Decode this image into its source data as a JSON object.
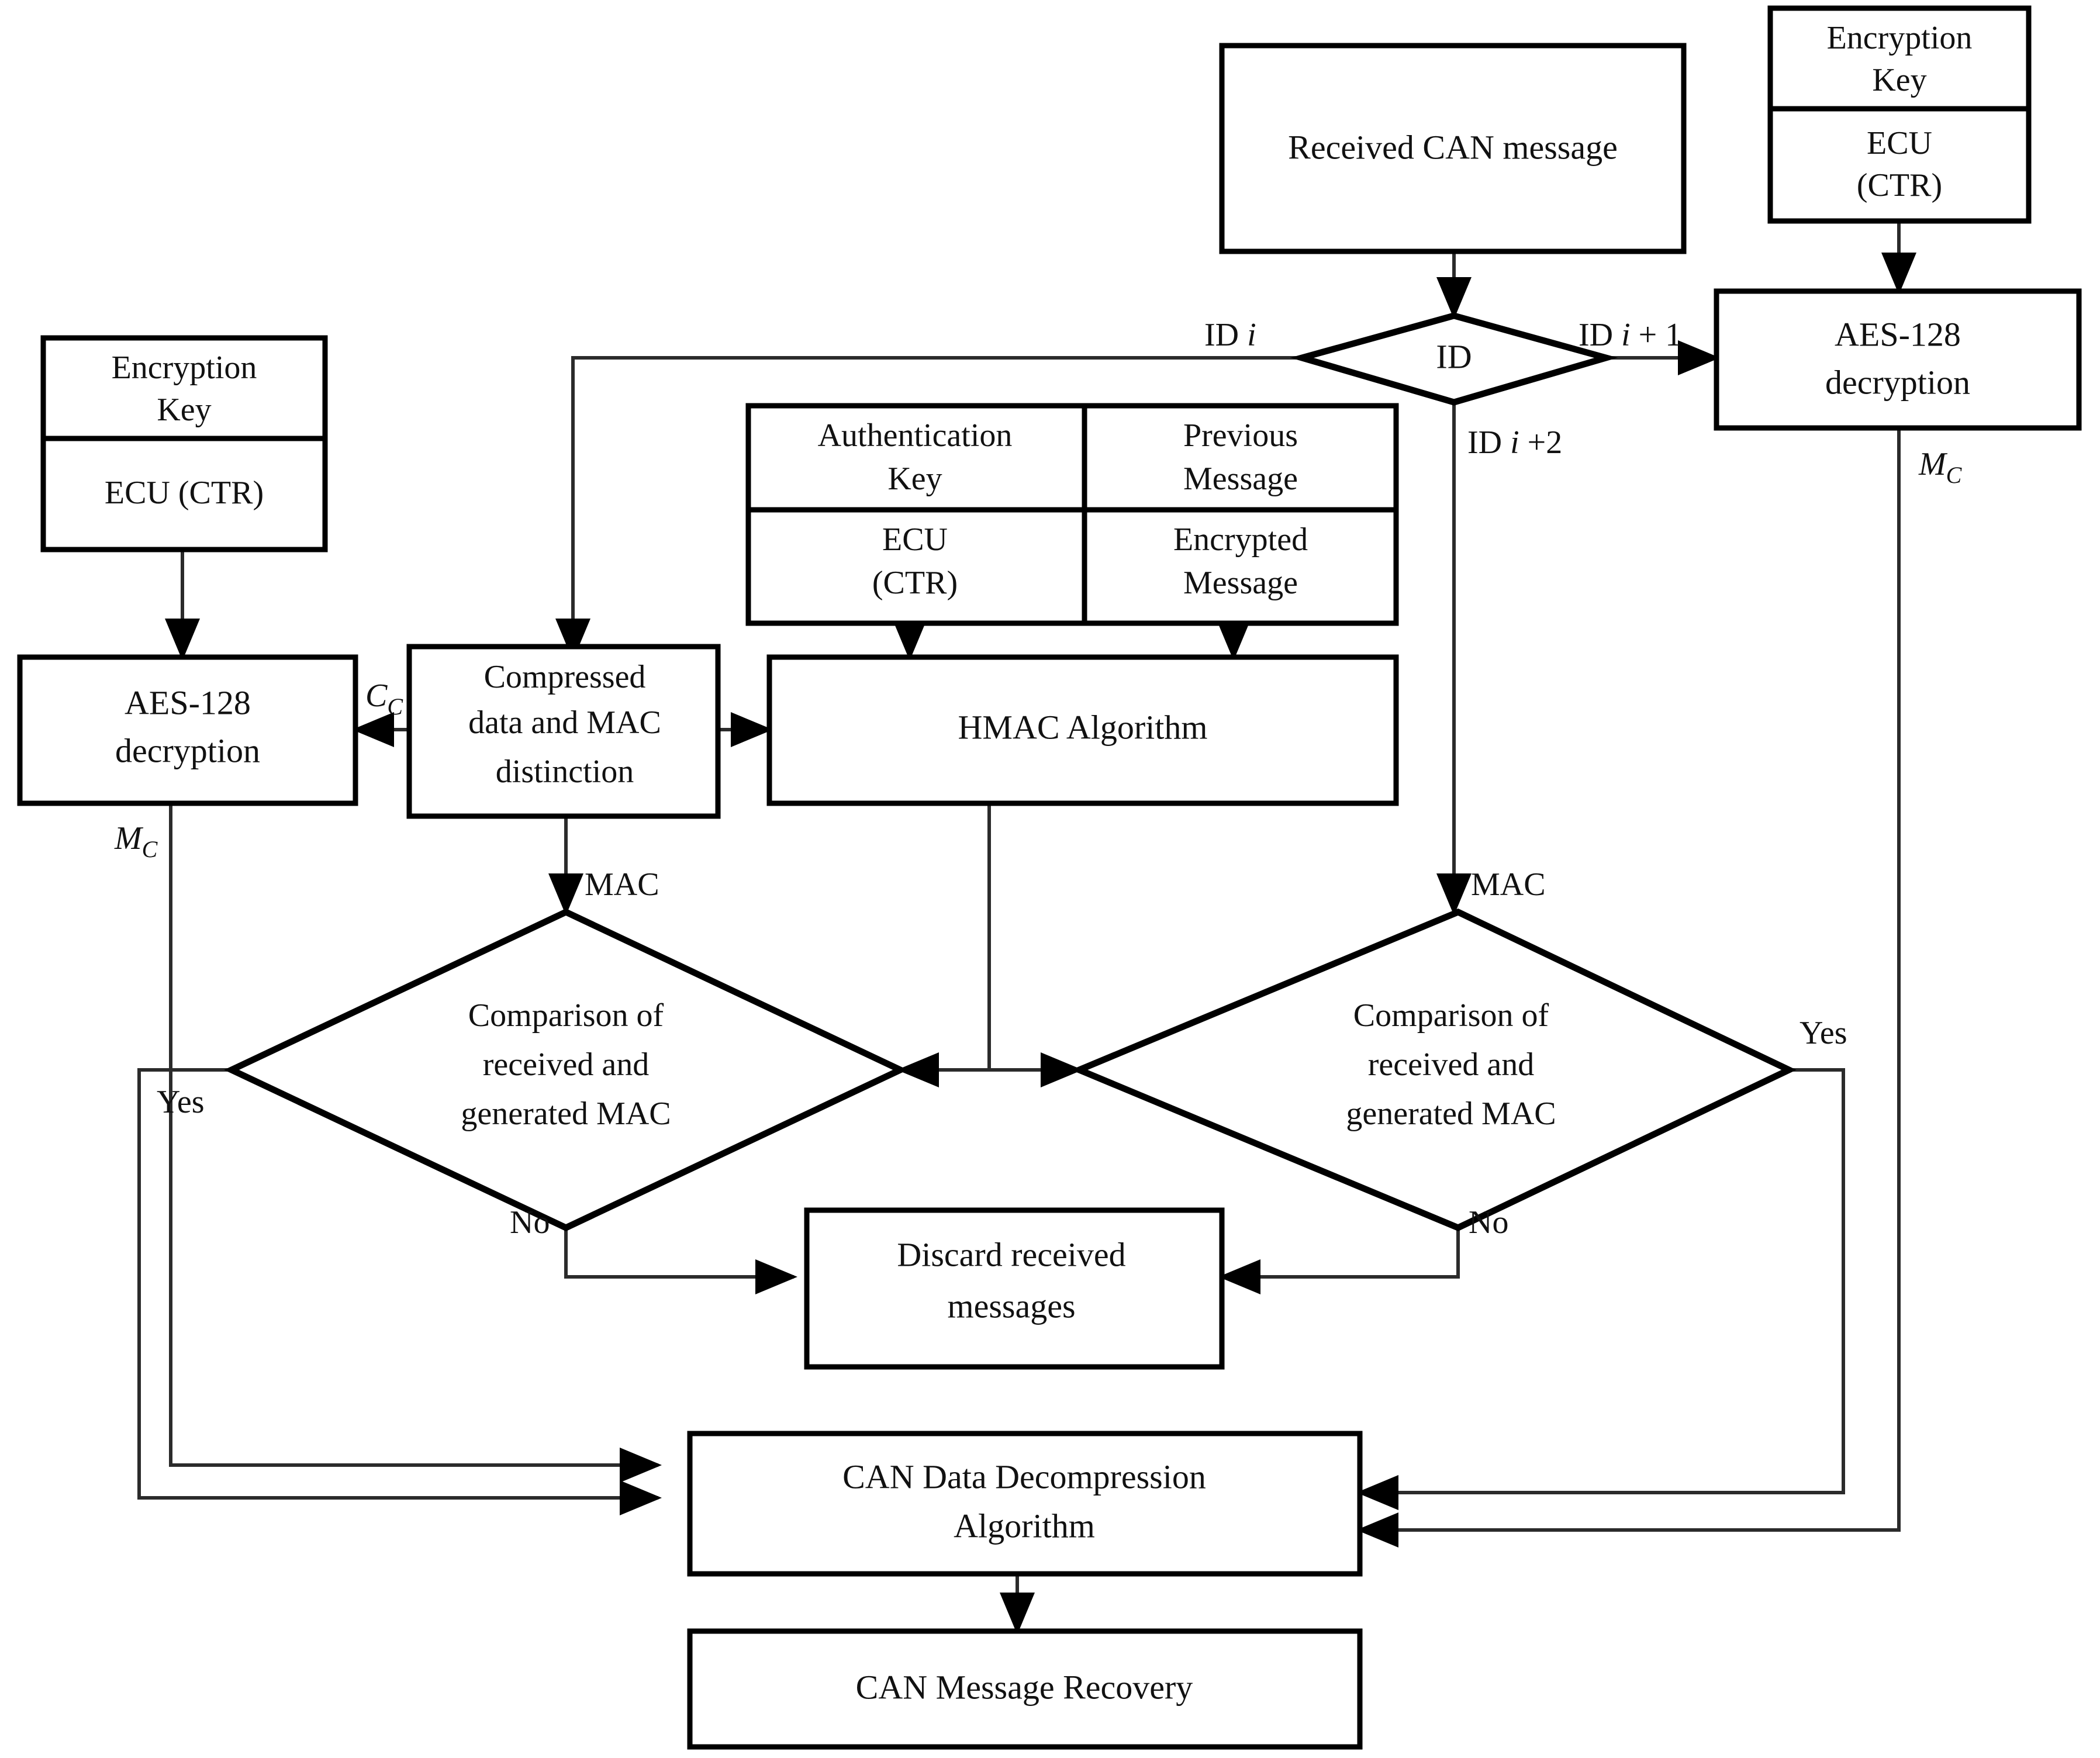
{
  "diagram": {
    "title": "CAN message reception, authentication and decompression flowchart",
    "colors": {
      "line": "#2b2b2b",
      "box_border": "#000000",
      "background": "#ffffff",
      "text": "#111111"
    },
    "nodes": {
      "received_can_message": {
        "label": "Received CAN message",
        "shape": "rectangle"
      },
      "encryption_key_right": {
        "header": "Encryption Key",
        "body": "ECU (CTR)",
        "body_line1": "ECU",
        "body_line2": "(CTR)",
        "shape": "rectangle-split"
      },
      "encryption_key_left": {
        "header_line1": "Encryption",
        "header_line2": "Key",
        "body": "ECU (CTR)",
        "shape": "rectangle-split"
      },
      "id_decision": {
        "label": "ID",
        "shape": "diamond"
      },
      "aes_decryption_right": {
        "line1": "AES-128",
        "line2": "decryption",
        "shape": "rectangle"
      },
      "aes_decryption_left": {
        "line1": "AES-128",
        "line2": "decryption",
        "shape": "rectangle"
      },
      "key_message_table": {
        "shape": "table",
        "rows": [
          [
            "Authentication Key",
            "Previous Message"
          ],
          [
            "ECU (CTR)",
            "Encrypted Message"
          ]
        ],
        "cells": {
          "r0c0_line1": "Authentication",
          "r0c0_line2": "Key",
          "r0c1_line1": "Previous",
          "r0c1_line2": "Message",
          "r1c0_line1": "ECU",
          "r1c0_line2": "(CTR)",
          "r1c1_line1": "Encrypted",
          "r1c1_line2": "Message"
        }
      },
      "compressed_distinction": {
        "line1": "Compressed",
        "line2": "data and MAC",
        "line3": "distinction",
        "shape": "rectangle"
      },
      "hmac_algorithm": {
        "label": "HMAC Algorithm",
        "shape": "rectangle"
      },
      "comparison_left": {
        "line1": "Comparison of",
        "line2": "received and",
        "line3": "generated MAC",
        "shape": "diamond"
      },
      "comparison_right": {
        "line1": "Comparison of",
        "line2": "received and",
        "line3": "generated MAC",
        "shape": "diamond"
      },
      "discard_messages": {
        "line1": "Discard received",
        "line2": "messages",
        "shape": "rectangle"
      },
      "can_decompression": {
        "line1": "CAN Data Decompression",
        "line2": "Algorithm",
        "shape": "rectangle"
      },
      "can_recovery": {
        "label": "CAN Message Recovery",
        "shape": "rectangle"
      }
    },
    "edge_labels": {
      "id_i": {
        "prefix": "ID ",
        "italic": "i"
      },
      "id_i_plus_1": {
        "prefix": "ID ",
        "italic": "i",
        "suffix": " + 1"
      },
      "id_i_plus_2": {
        "prefix": "ID ",
        "italic": "i",
        "suffix": " +2"
      },
      "mc_right": {
        "base": "M",
        "sub": "C"
      },
      "mc_left": {
        "base": "M",
        "sub": "C"
      },
      "cc": {
        "base": "C",
        "sub": "C"
      },
      "mac_left": "MAC",
      "mac_right": "MAC",
      "yes_left": "Yes",
      "yes_right": "Yes",
      "no_left": "No",
      "no_right": "No"
    }
  }
}
